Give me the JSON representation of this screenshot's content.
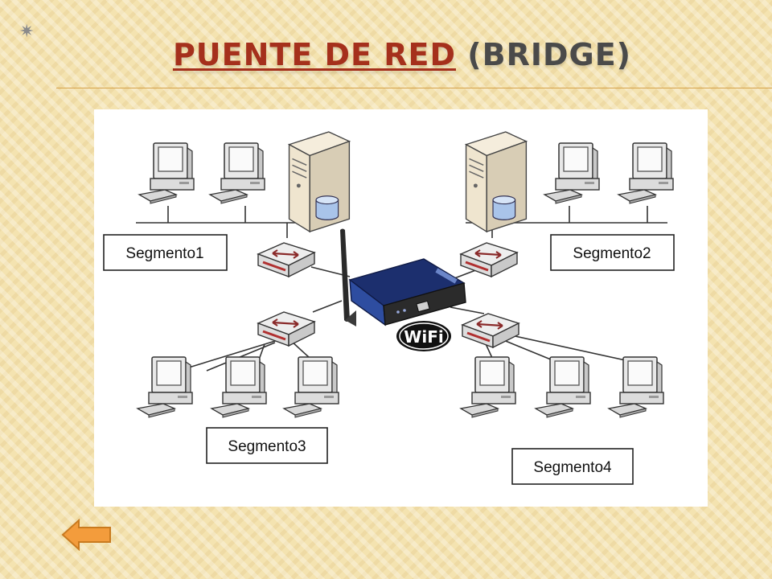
{
  "slide": {
    "bullet_mark": "✷",
    "title_link": "PUENTE DE RED",
    "title_rest": " (BRIDGE)"
  },
  "diagram": {
    "segments": [
      {
        "label": "Segmento1"
      },
      {
        "label": "Segmento2"
      },
      {
        "label": "Segmento3"
      },
      {
        "label": "Segmento4"
      }
    ],
    "wifi_logo": "WiFi"
  },
  "nav": {
    "back_icon": "orange-left-arrow-icon",
    "back_color": "#f39c3c"
  },
  "colors": {
    "title_link": "#a5301c",
    "title_text": "#4a4a4a",
    "background": "#f4e3b0",
    "bridge_blue": "#1f3c8c"
  }
}
